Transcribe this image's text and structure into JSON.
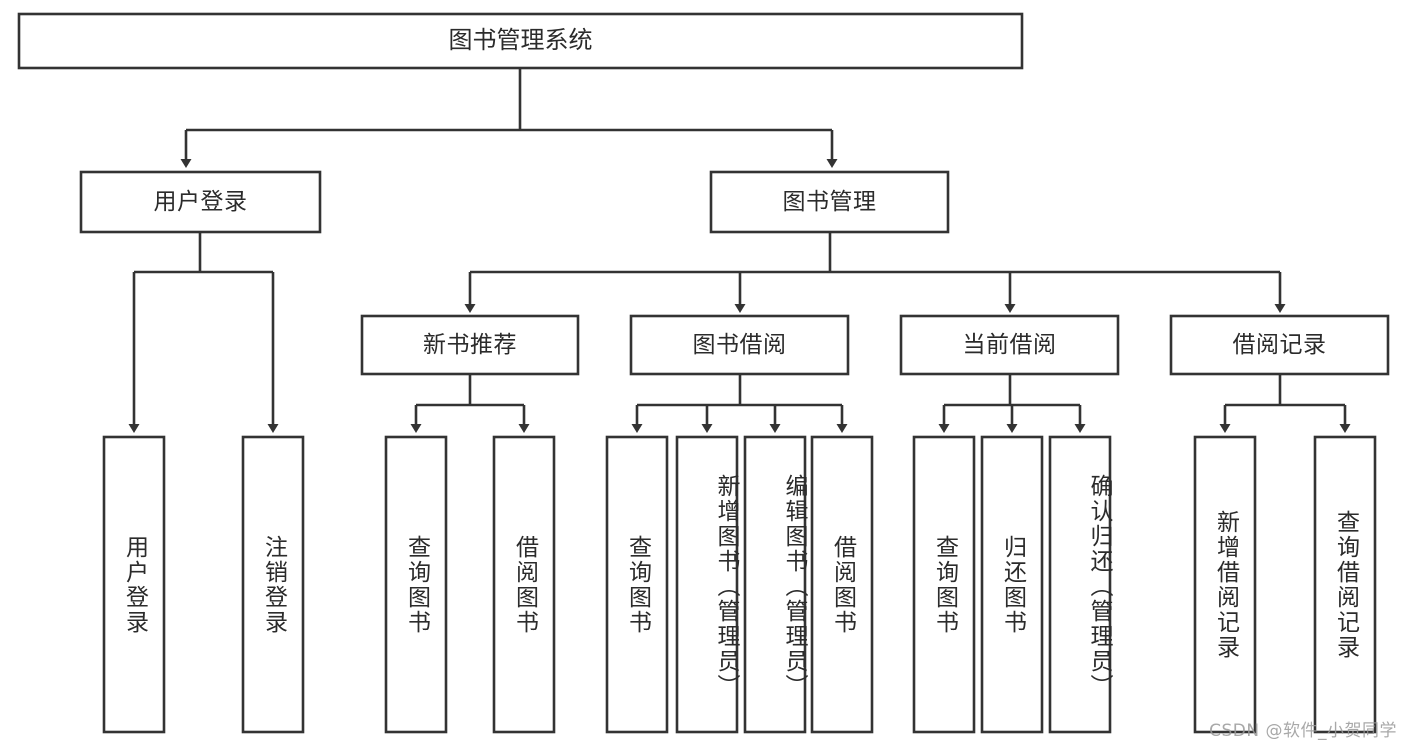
{
  "diagram": {
    "type": "tree-hierarchy-chart",
    "title": "图书管理系统",
    "orientation": "top-down",
    "colors": {
      "box_fill": "#ffffff",
      "box_stroke": "#333333",
      "text": "#2b2b2b",
      "watermark": "#9a9a9a",
      "background": "#ffffff"
    },
    "root": {
      "id": "root",
      "label": "图书管理系统",
      "text_orientation": "horizontal"
    },
    "level2": [
      {
        "id": "user-login",
        "label": "用户登录",
        "text_orientation": "horizontal"
      },
      {
        "id": "book-management",
        "label": "图书管理",
        "text_orientation": "horizontal"
      }
    ],
    "level3": [
      {
        "id": "new-book-recommend",
        "label": "新书推荐",
        "parent": "book-management",
        "text_orientation": "horizontal"
      },
      {
        "id": "book-borrow",
        "label": "图书借阅",
        "parent": "book-management",
        "text_orientation": "horizontal"
      },
      {
        "id": "current-borrow",
        "label": "当前借阅",
        "parent": "book-management",
        "text_orientation": "horizontal"
      },
      {
        "id": "borrow-record",
        "label": "借阅记录",
        "parent": "book-management",
        "text_orientation": "horizontal"
      }
    ],
    "leaves": [
      {
        "id": "leaf-user-login",
        "label": "用户登录",
        "parent": "user-login",
        "text_orientation": "vertical"
      },
      {
        "id": "leaf-logout-login",
        "label": "注销登录",
        "parent": "user-login",
        "text_orientation": "vertical"
      },
      {
        "id": "leaf-query-book-1",
        "label": "查询图书",
        "parent": "new-book-recommend",
        "text_orientation": "vertical"
      },
      {
        "id": "leaf-borrow-book-1",
        "label": "借阅图书",
        "parent": "new-book-recommend",
        "text_orientation": "vertical"
      },
      {
        "id": "leaf-query-book-2",
        "label": "查询图书",
        "parent": "book-borrow",
        "text_orientation": "vertical"
      },
      {
        "id": "leaf-add-book-admin",
        "label": "新增图书（管理员）",
        "parent": "book-borrow",
        "text_orientation": "vertical"
      },
      {
        "id": "leaf-edit-book-admin",
        "label": "编辑图书（管理员）",
        "parent": "book-borrow",
        "text_orientation": "vertical"
      },
      {
        "id": "leaf-borrow-book-2",
        "label": "借阅图书",
        "parent": "book-borrow",
        "text_orientation": "vertical"
      },
      {
        "id": "leaf-query-book-3",
        "label": "查询图书",
        "parent": "current-borrow",
        "text_orientation": "vertical"
      },
      {
        "id": "leaf-return-book",
        "label": "归还图书",
        "parent": "current-borrow",
        "text_orientation": "vertical"
      },
      {
        "id": "leaf-confirm-return-admin",
        "label": "确认归还（管理员）",
        "parent": "current-borrow",
        "text_orientation": "vertical"
      },
      {
        "id": "leaf-add-borrow-record",
        "label": "新增借阅记录",
        "parent": "borrow-record",
        "text_orientation": "vertical"
      },
      {
        "id": "leaf-query-borrow-record",
        "label": "查询借阅记录",
        "parent": "borrow-record",
        "text_orientation": "vertical"
      }
    ]
  },
  "watermark": {
    "text": "CSDN @软件_小贺同学"
  }
}
